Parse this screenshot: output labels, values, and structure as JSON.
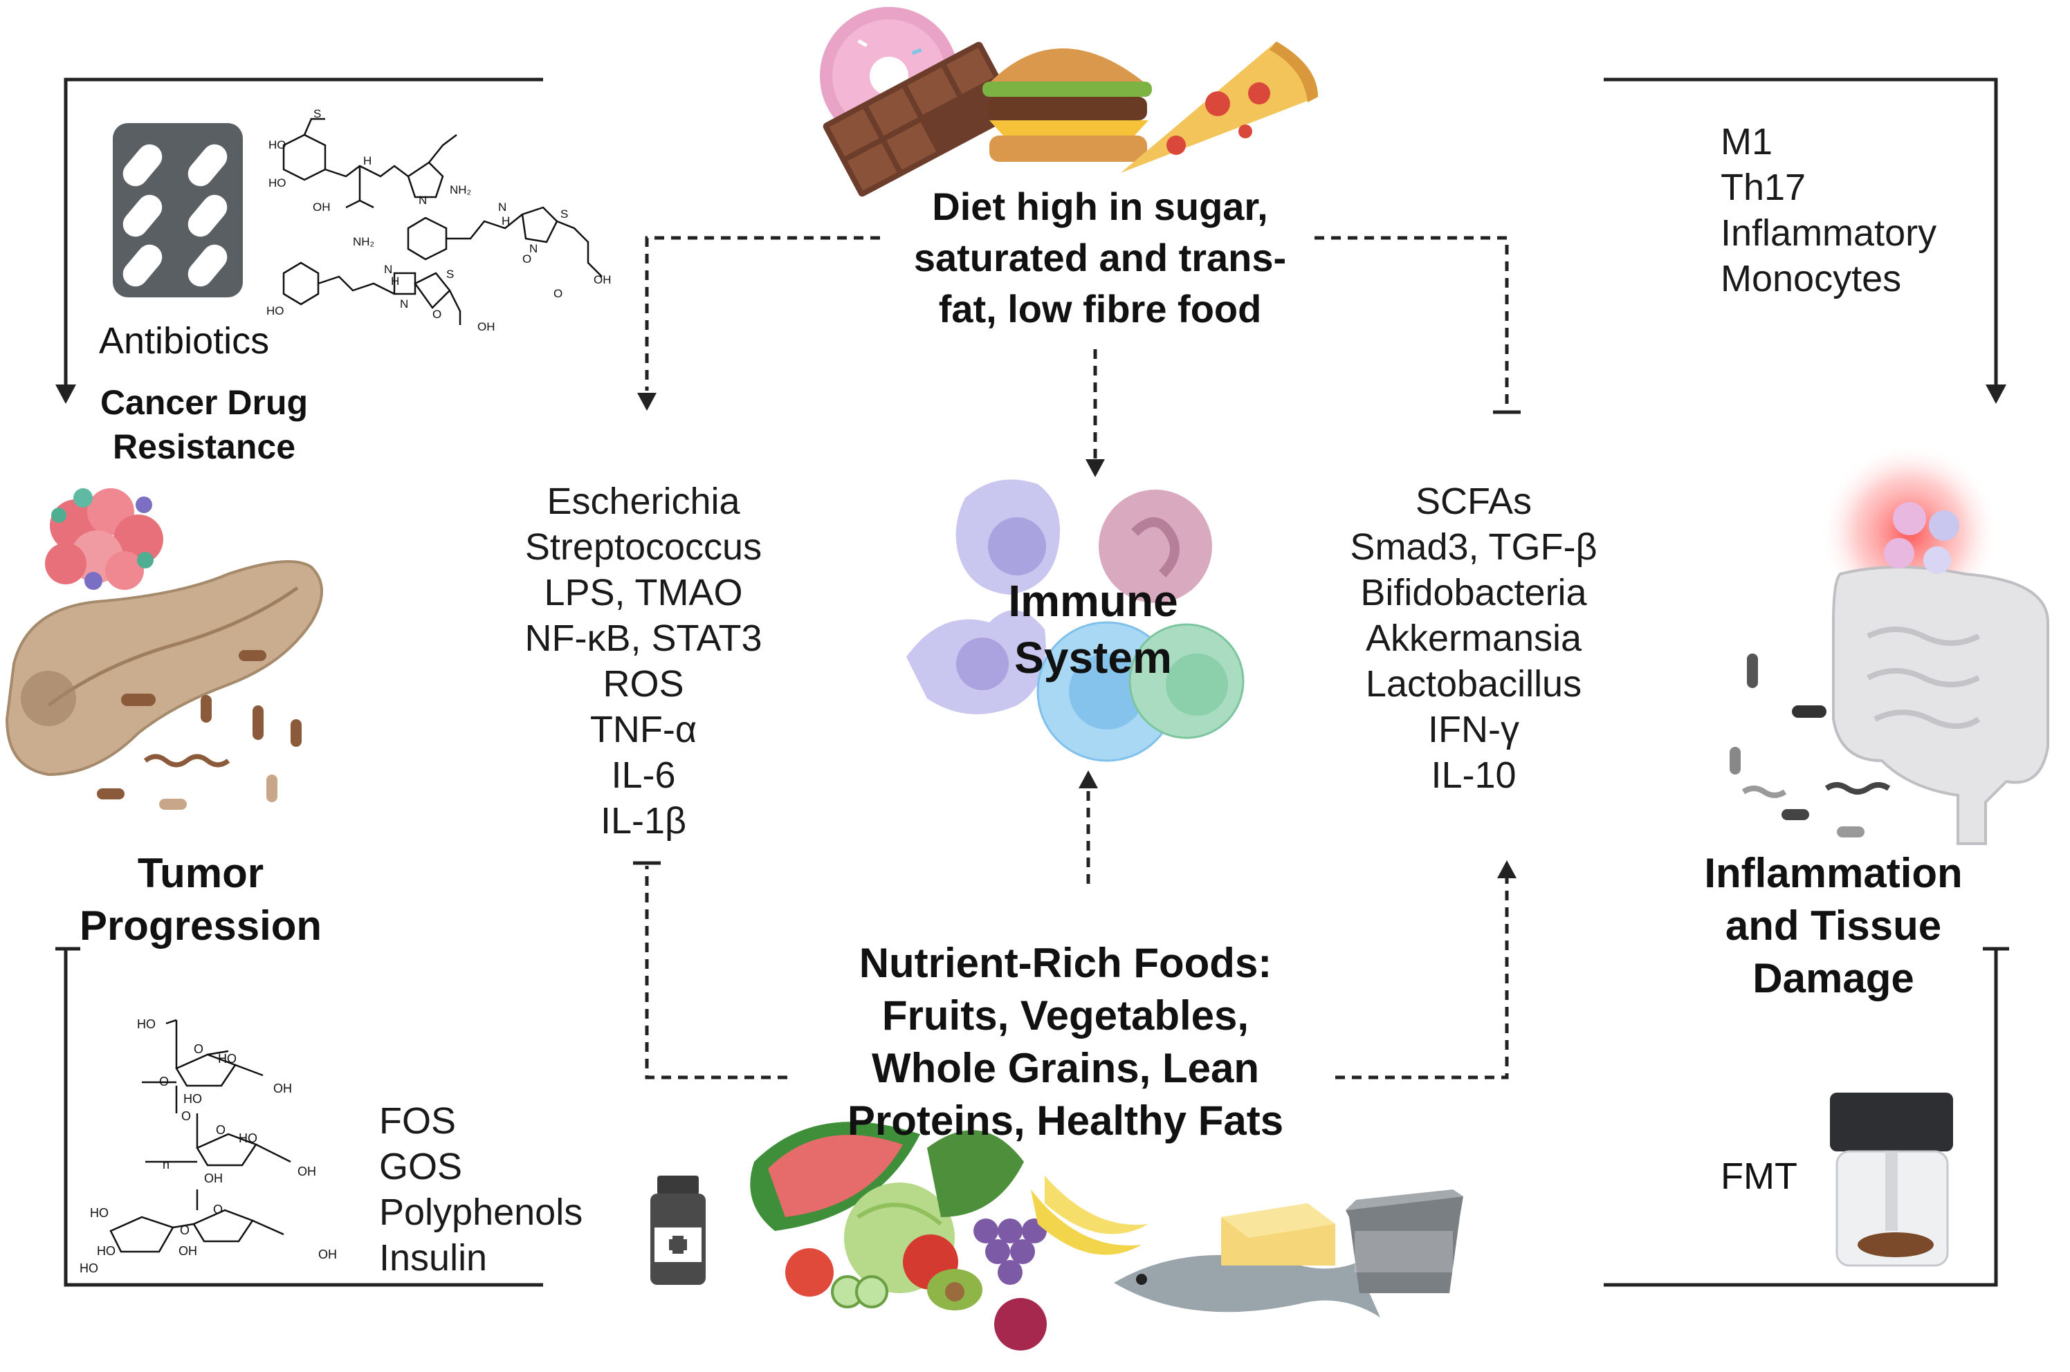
{
  "labels": {
    "diet_high_sugar": [
      "Diet high in sugar,",
      "saturated and trans-",
      "fat, low fibre food"
    ],
    "nutrient_rich": [
      "Nutrient-Rich Foods:",
      "Fruits, Vegetables,",
      "Whole Grains, Lean",
      "Proteins, Healthy Fats"
    ],
    "immune_system": [
      "Immune",
      "System"
    ],
    "antibiotics": "Antibiotics",
    "cancer_drug_resistance": [
      "Cancer Drug",
      "Resistance"
    ],
    "tumor_progression": [
      "Tumor",
      "Progression"
    ],
    "inflammation": [
      "Inflammation",
      "and Tissue",
      "Damage"
    ],
    "fmt": "FMT"
  },
  "lists": {
    "pathogenic": [
      "Escherichia",
      "Streptococcus",
      "LPS, TMAO",
      "NF-κB, STAT3",
      "ROS",
      "TNF-α",
      "IL-6",
      "IL-1β"
    ],
    "beneficial": [
      "SCFAs",
      "Smad3, TGF-β",
      "Bifidobacteria",
      "Akkermansia",
      "Lactobacillus",
      "IFN-γ",
      "IL-10"
    ],
    "immune_cells": [
      "M1",
      "Th17",
      "Inflammatory",
      "Monocytes"
    ],
    "prebiotics": [
      "FOS",
      "GOS",
      "Polyphenols",
      "Insulin"
    ]
  },
  "structure_labels": {
    "antibiotic": [
      "S",
      "HO",
      "HO",
      "OH",
      "N",
      "H",
      "NH₂",
      "N",
      "H",
      "S",
      "N",
      "O",
      "OH",
      "O",
      "NH₂",
      "N",
      "H",
      "S",
      "N",
      "O",
      "HO",
      "OH"
    ],
    "saccharide": [
      "HO",
      "O",
      "HO",
      "O",
      "OH",
      "O",
      "HO",
      "OH",
      "n",
      "O",
      "OH",
      "HO",
      "HO",
      "HO",
      "O",
      "HO",
      "O",
      "OH",
      "OH"
    ]
  },
  "colors": {
    "text": "#111111",
    "connector": "#222222",
    "pancreas": "#c9ad8e",
    "tumor": "#e8707a",
    "intestine": "#e4e4e6",
    "inflammation_glow": "#ff5a5a",
    "immune_purple": "#c9c6ef",
    "immune_pink": "#d9a9c0",
    "immune_blue": "#a9d8f5",
    "immune_green": "#a9dcc0",
    "pill_box": "#5a5f63"
  },
  "icons": [
    "donut-icon",
    "chocolate-icon",
    "burger-icon",
    "pizza-icon",
    "pill-pack-icon",
    "pancreas-icon",
    "bacteria-icon",
    "intestine-icon",
    "stool-sample-jar-icon",
    "medicine-bottle-icon",
    "watermelon-icon",
    "fish-icon",
    "cheese-icon",
    "yogurt-icon",
    "grapes-icon",
    "banana-icon"
  ]
}
